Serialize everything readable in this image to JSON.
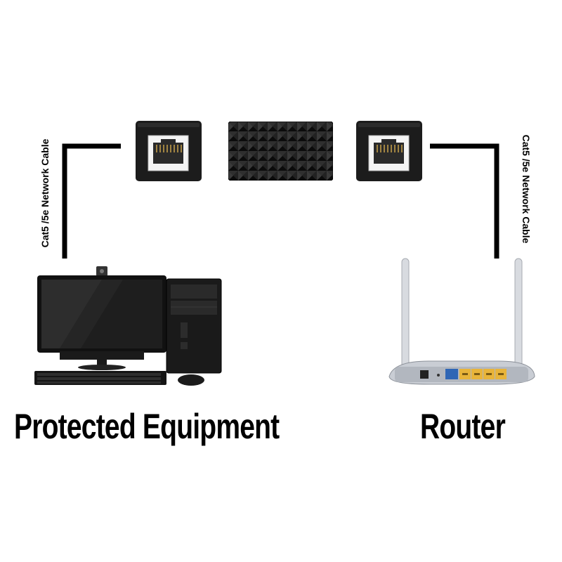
{
  "labels": {
    "left_cable": "Cat5 /5e Network Cable",
    "right_cable": "Cat5 /5e Network Cable",
    "left_caption": "Protected Equipment",
    "right_caption": "Router"
  },
  "icons": [
    "computer-monitor-icon",
    "webcam-icon",
    "pc-tower-icon",
    "keyboard-icon",
    "mouse-icon",
    "wifi-router-icon",
    "rj45-port-icon",
    "surge-protector-icon"
  ],
  "colors": {
    "cable": "#000000",
    "device_body": "#1b1b1b",
    "router_body": "#c9cdd4",
    "lan_ports": "#e8b43a",
    "wan_port": "#2f66b5"
  }
}
